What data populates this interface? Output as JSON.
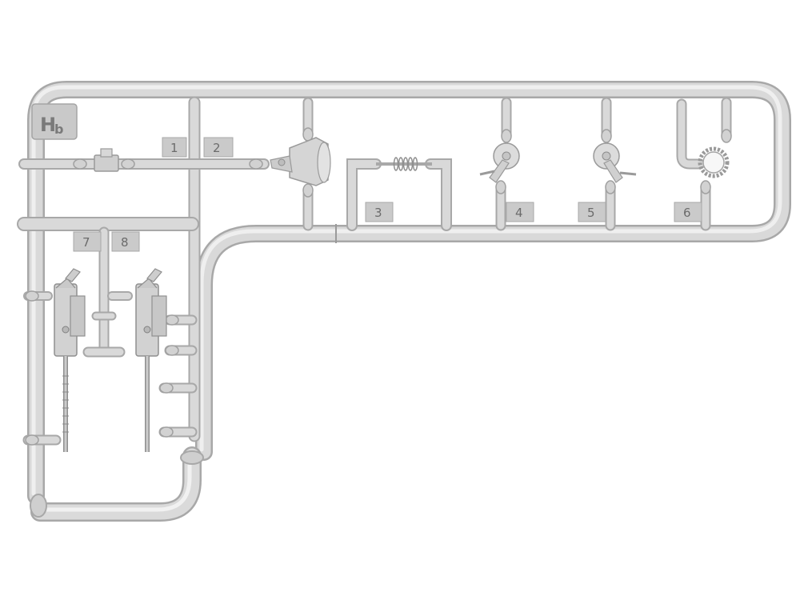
{
  "sprue": {
    "code": "H",
    "code_suffix": "b",
    "body_color": "#d9d9d9",
    "edge_color": "#a8a8a8",
    "tag_color": "#c9c9c9"
  },
  "part_numbers": {
    "p1": "1",
    "p2": "2",
    "p3": "3",
    "p4": "4",
    "p5": "5",
    "p6": "6",
    "p7": "7",
    "p8": "8"
  }
}
